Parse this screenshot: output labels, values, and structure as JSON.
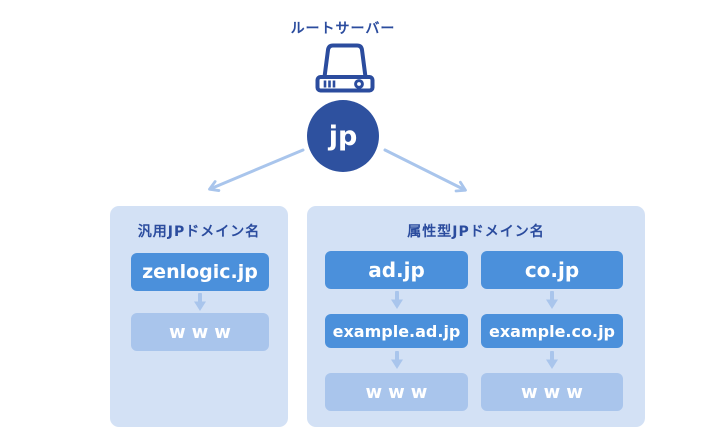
{
  "root": {
    "label": "ルートサーバー",
    "node_label": "jp"
  },
  "panels": [
    {
      "id": "generic-jp",
      "title": "汎用JPドメイン名",
      "columns": [
        {
          "levels": [
            "zenlogic.jp",
            "www"
          ]
        }
      ]
    },
    {
      "id": "attribute-jp",
      "title": "属性型JPドメイン名",
      "columns": [
        {
          "levels": [
            "ad.jp",
            "example.ad.jp",
            "www"
          ]
        },
        {
          "levels": [
            "co.jp",
            "example.co.jp",
            "www"
          ]
        }
      ]
    }
  ],
  "colors": {
    "navy_text": "#2B4C9E",
    "node_circle": "#2E519F",
    "domain_box": "#4B90DB",
    "light_box_arrow": "#A9C5EC",
    "panel_background": "#D3E1F5",
    "page_background": "#FFFFFF"
  },
  "icons": {
    "server": "server-icon",
    "down_arrow": "down-arrow-icon",
    "branch_arrow": "branch-arrow-icon"
  }
}
